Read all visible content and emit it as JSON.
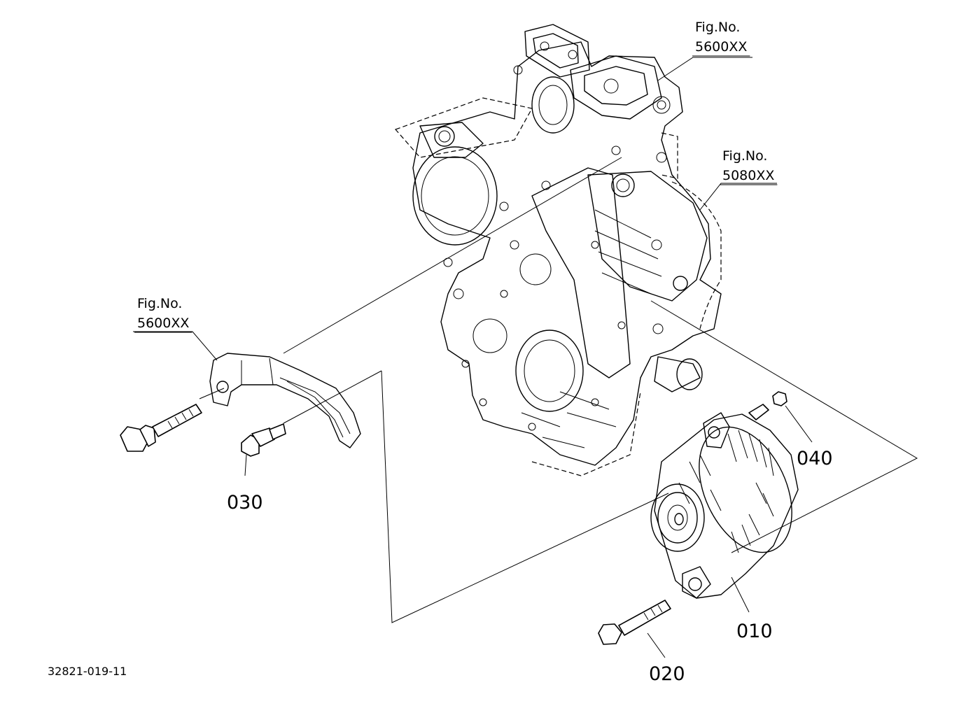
{
  "references": [
    {
      "id": "ref-top",
      "line1": "Fig.No.",
      "line2": "5600XX"
    },
    {
      "id": "ref-right",
      "line1": "Fig.No.",
      "line2": "5080XX"
    },
    {
      "id": "ref-left",
      "line1": "Fig.No.",
      "line2": "5600XX"
    }
  ],
  "callouts": {
    "c010": "010",
    "c020": "020",
    "c030": "030",
    "c040": "040"
  },
  "drawing_code": "32821-019-11"
}
